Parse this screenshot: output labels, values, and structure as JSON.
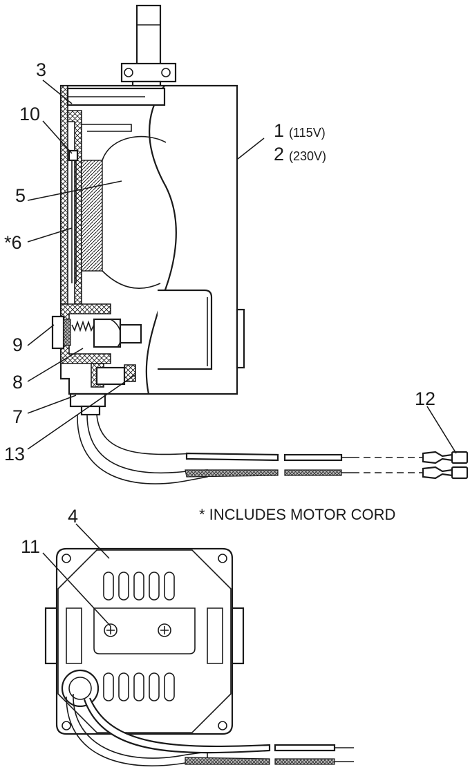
{
  "callouts": {
    "c1": "1",
    "c1_voltage": "(115V)",
    "c2": "2",
    "c2_voltage": "(230V)",
    "c3": "3",
    "c4": "4",
    "c5": "5",
    "c6": "*6",
    "c7": "7",
    "c8": "8",
    "c9": "9",
    "c10": "10",
    "c11": "11",
    "c12": "12",
    "c13": "13"
  },
  "note": "* INCLUDES MOTOR CORD"
}
